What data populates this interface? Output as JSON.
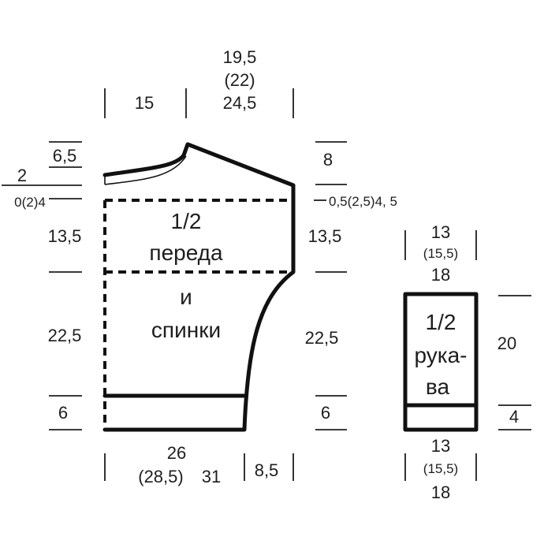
{
  "front_back": {
    "label": [
      "1/2",
      "переда",
      "и",
      "спинки"
    ],
    "dims": {
      "top_left": "15",
      "top_right": [
        "19,5",
        "(22)",
        "24,5"
      ],
      "left_shoulder_slope": "6,5",
      "left_2": "2",
      "left_neck_depth": "0(2)4",
      "left_armhole": "13,5",
      "left_body": "22,5",
      "left_rib": "6",
      "right_shoulder": "8",
      "right_step": "0,5(2,5)4, 5",
      "right_armhole": "13,5",
      "right_body": "22,5",
      "right_rib": "6",
      "bottom_width": [
        "26",
        "(28,5)",
        "31"
      ],
      "bottom_extra": "8,5"
    }
  },
  "sleeve": {
    "label": [
      "1/2",
      "рука-",
      "ва"
    ],
    "dims": {
      "top": [
        "13",
        "(15,5)",
        "18"
      ],
      "height": "20",
      "cuff": "4",
      "bottom": [
        "13",
        "(15,5)",
        "18"
      ]
    }
  }
}
